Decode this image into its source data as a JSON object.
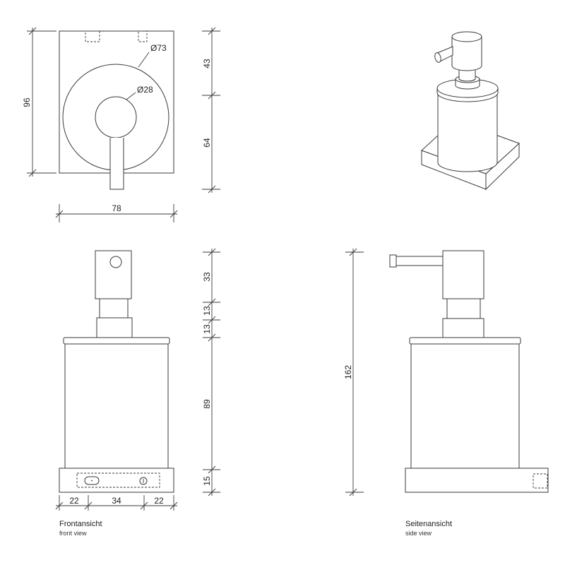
{
  "top_view": {
    "height": "96",
    "upper_segment": "43",
    "lower_segment": "64",
    "width": "78",
    "outer_diameter": "Ø73",
    "inner_diameter": "Ø28"
  },
  "front_view": {
    "title": "Frontansicht",
    "subtitle": "front view",
    "dims_vertical": [
      "33",
      "13",
      "13",
      "89",
      "15"
    ],
    "dims_horizontal": [
      "22",
      "34",
      "22"
    ]
  },
  "side_view": {
    "title": "Seitenansicht",
    "subtitle": "side view",
    "height": "162"
  }
}
